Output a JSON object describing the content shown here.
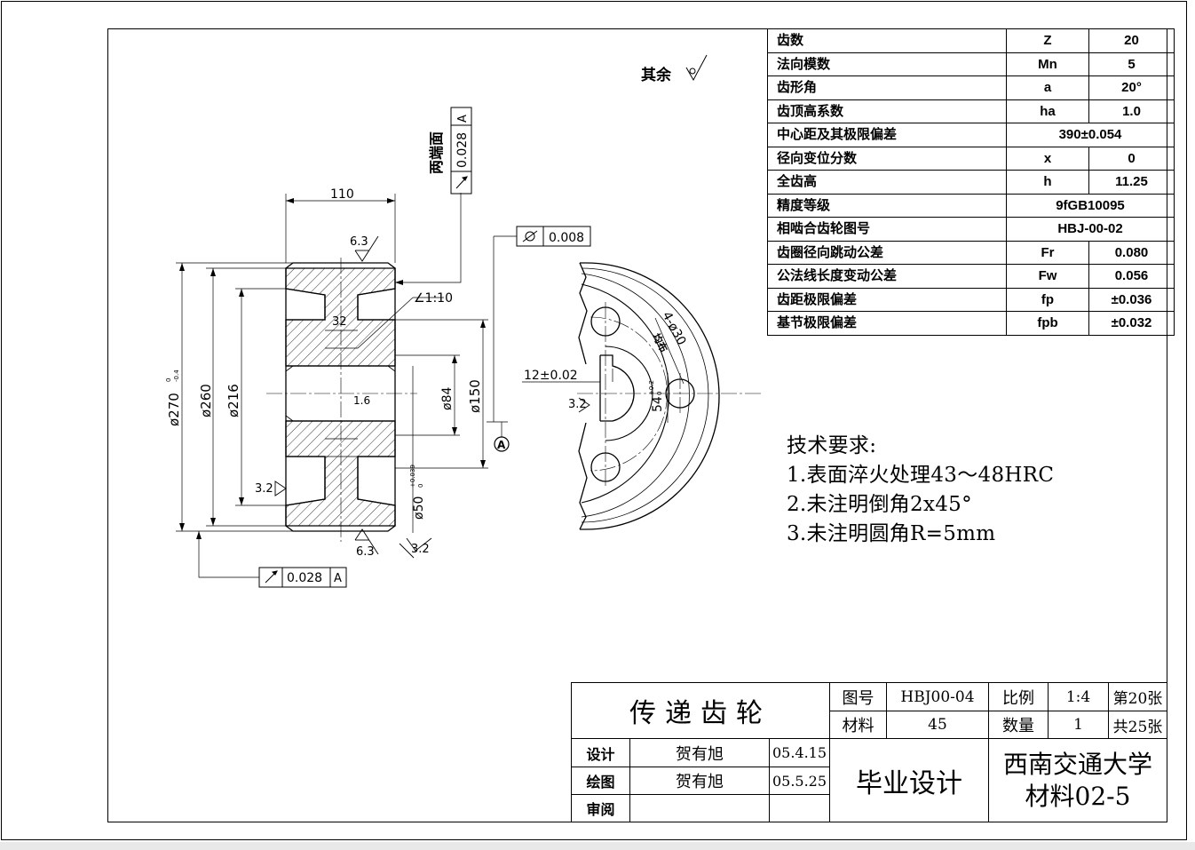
{
  "drawing": {
    "remaining_finish_label": "其余",
    "both_faces_label": "两端面",
    "dims": {
      "width_110": "110",
      "dia_270": "ø270",
      "dia_270_tol_upper": "0",
      "dia_270_tol_lower": "-0.4",
      "dia_260": "ø260",
      "dia_216": "ø216",
      "dia_150": "ø150",
      "dia_84": "ø84",
      "dia_50": "ø50",
      "dia_50_tol_upper": "+0.039",
      "dia_50_tol_lower": "0",
      "web_32": "32",
      "chamfer_16": "1.6",
      "taper": "∠1:10",
      "rough_63_top": "6.3",
      "rough_63_bottom": "6.3",
      "rough_32_left": "3.2",
      "rough_32_bottom": "3.2",
      "rough_32_side": "3.2",
      "keyway_width": "12±0.02",
      "keyway_depth": "54",
      "keyway_depth_tol_upper": "+0.2",
      "keyway_depth_tol_lower": "0",
      "holes_label": "4-ø30",
      "holes_dist": "均布",
      "datum_letter": "A"
    },
    "tolerances": {
      "runout_face": {
        "value": "0.028",
        "datum": "A"
      },
      "runout_radial": {
        "value": "0.028",
        "datum": "A"
      },
      "cylindricity": {
        "value": "0.008"
      }
    }
  },
  "params": [
    {
      "name": "齿数",
      "sym": "Z",
      "val": "20"
    },
    {
      "name": "法向模数",
      "sym": "Mn",
      "val": "5"
    },
    {
      "name": "齿形角",
      "sym": "a",
      "val": "20°"
    },
    {
      "name": "齿顶高系数",
      "sym": "ha",
      "val": "1.0"
    },
    {
      "name": "中心距及其极限偏差",
      "merged": "390±0.054"
    },
    {
      "name": "径向变位分数",
      "sym": "x",
      "val": "0"
    },
    {
      "name": "全齿高",
      "sym": "h",
      "val": "11.25"
    },
    {
      "name": "精度等级",
      "merged": "9fGB10095"
    },
    {
      "name": "相啮合齿轮图号",
      "merged": "HBJ-00-02"
    },
    {
      "name": "齿圈径向跳动公差",
      "sym": "Fr",
      "val": "0.080"
    },
    {
      "name": "公法线长度变动公差",
      "sym": "Fw",
      "val": "0.056"
    },
    {
      "name": "齿距极限偏差",
      "sym": "fp",
      "val": "±0.036"
    },
    {
      "name": "基节极限偏差",
      "sym": "fpb",
      "val": "±0.032"
    }
  ],
  "tech_requirements": {
    "title": "技术要求:",
    "items": [
      "1.表面淬火处理43～48HRC",
      "2.未注明倒角2x45°",
      "3.未注明圆角R=5mm"
    ]
  },
  "title_block": {
    "part_name": "传递齿轮",
    "drawing_no_label": "图号",
    "drawing_no": "HBJ00-04",
    "scale_label": "比例",
    "scale": "1:4",
    "sheet": "第20张",
    "material_label": "材料",
    "material": "45",
    "qty_label": "数量",
    "qty": "1",
    "total": "共25张",
    "design_label": "设计",
    "designer": "贺有旭",
    "design_date": "05.4.15",
    "draw_label": "绘图",
    "drafter": "贺有旭",
    "draw_date": "05.5.25",
    "review_label": "审阅",
    "project": "毕业设计",
    "school": "西南交通大学",
    "class": "材料02-5"
  }
}
